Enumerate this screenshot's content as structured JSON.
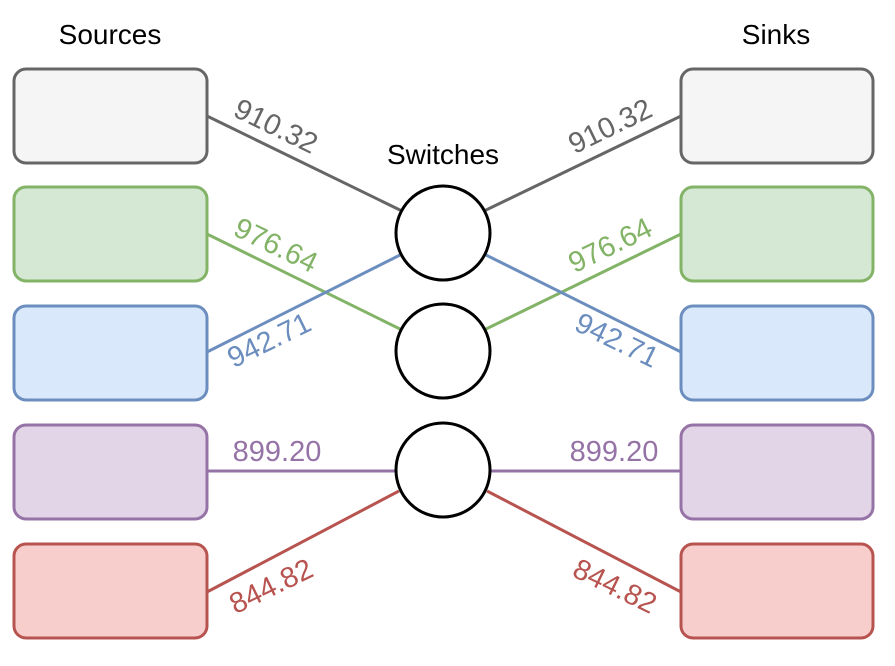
{
  "headers": {
    "sources": "Sources",
    "switches": "Switches",
    "sinks": "Sinks"
  },
  "flows": [
    {
      "id": "gray",
      "stroke": "#666666",
      "fill": "#f5f5f5",
      "label": "910.32"
    },
    {
      "id": "green",
      "stroke": "#82b366",
      "fill": "#d5e8d4",
      "label": "976.64"
    },
    {
      "id": "blue",
      "stroke": "#6c8ebf",
      "fill": "#dae8fc",
      "label": "942.71"
    },
    {
      "id": "purple",
      "stroke": "#9673a6",
      "fill": "#e1d5e7",
      "label": "899.20"
    },
    {
      "id": "red",
      "stroke": "#b85450",
      "fill": "#f8cecc",
      "label": "844.82"
    }
  ]
}
